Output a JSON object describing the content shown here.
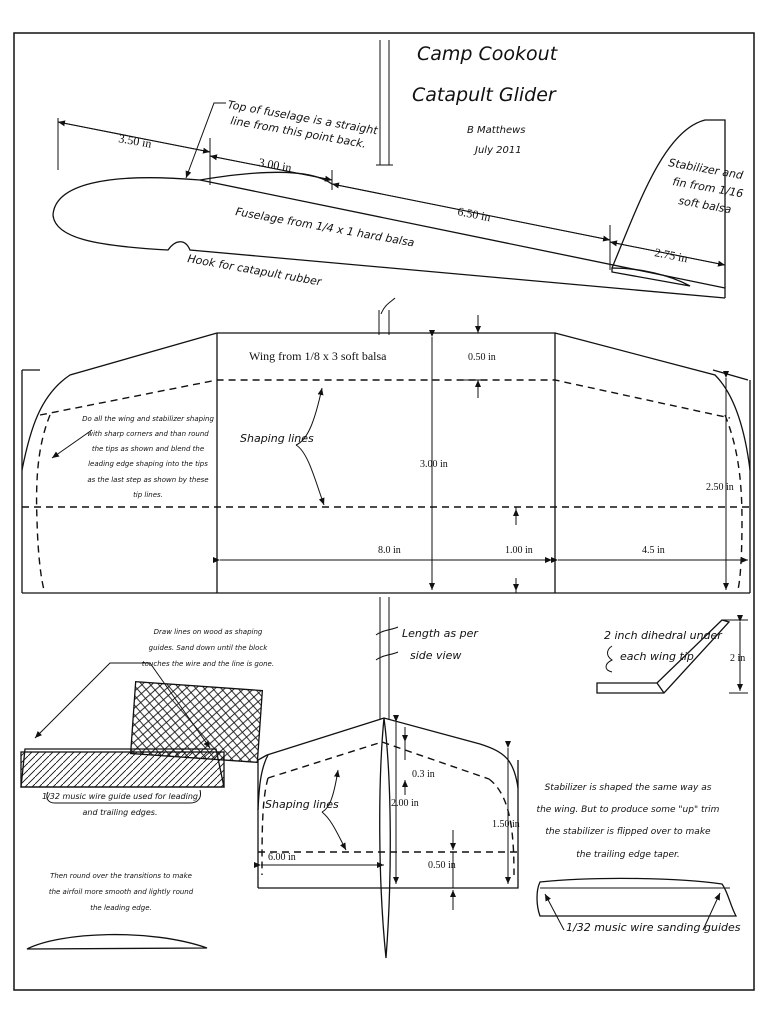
{
  "title": {
    "line1": "Camp Cookout",
    "line2": "Catapult Glider"
  },
  "author": {
    "name": "B Matthews",
    "date": "July 2011"
  },
  "side_view": {
    "dim_350": "3.50 in",
    "dim_300": "3.00 in",
    "dim_650": "6.50 in",
    "dim_275": "2.75 in",
    "note_top_1": "Top of fuselage is a straight",
    "note_top_2": "line from this point back.",
    "fuselage_label": "Fuselage from 1/4 x 1 hard balsa",
    "hook_label": "Hook for catapult rubber",
    "stab_note_1": "Stabilizer and",
    "stab_note_2": "fin from 1/16",
    "stab_note_3": "soft balsa"
  },
  "wing": {
    "label": "Wing from 1/8 x 3 soft balsa",
    "dim_050": "0.50 in",
    "dim_300": "3.00 in",
    "dim_250": "2.50 in",
    "dim_80": "8.0 in",
    "dim_100": "1.00 in",
    "dim_45": "4.5 in",
    "shaping_label": "Shaping lines",
    "note_lines": [
      "Do all the wing and stabilizer shaping",
      "with sharp corners and than round",
      "the tips as shown and blend the",
      "leading edge shaping into the tips",
      "as the last step as shown by these",
      "tip lines."
    ]
  },
  "middle": {
    "length_note_1": "Length as per",
    "length_note_2": "side view",
    "dihedral_1": "2 inch dihedral under",
    "dihedral_2": "each wing tip",
    "dim_2in": "2 in"
  },
  "sanding": {
    "draw_lines": [
      "Draw lines on wood as shaping",
      "guides.  Sand down until the block",
      "touches the wire and the line is gone."
    ],
    "wire_guide_1": "1/32 music wire guide used for leading",
    "wire_guide_2": "and trailing edges.",
    "round_over": [
      "Then round over the transitions to make",
      "the airfoil more smooth and lightly round",
      "the leading edge."
    ]
  },
  "stabilizer": {
    "shaping_label": "Shaping lines",
    "dim_03": "0.3 in",
    "dim_200": "2.00 in",
    "dim_150": "1.50 in",
    "dim_600": "6.00 in",
    "dim_050": "0.50 in",
    "note_lines": [
      "Stabilizer is shaped the same way as",
      "the wing.  But to produce some \"up\" trim",
      "the stabilizer is flipped over to make",
      "the trailing edge taper."
    ],
    "sanding_guides": "1/32 music wire sanding guides"
  }
}
